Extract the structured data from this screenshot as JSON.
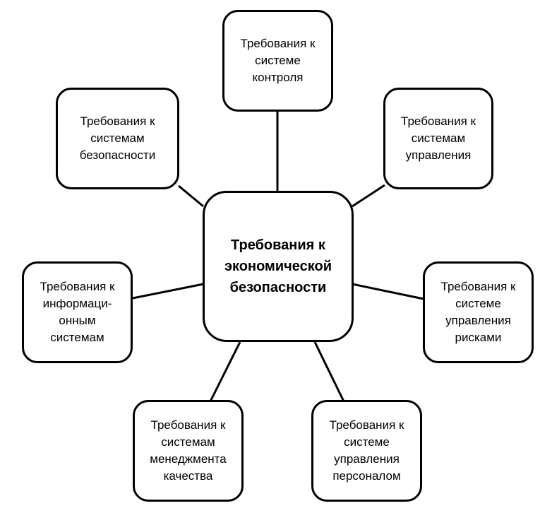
{
  "diagram": {
    "center": "Требования к\nэкономической\nбезопасности",
    "nodes": {
      "control": "Требования к\nсистеме\nконтроля",
      "management": "Требования к\nсистемам\nуправления",
      "security": "Требования к\nсистемам\nбезопасности",
      "information": "Требования к\nинформаци-\nонным\nсистемам",
      "risk": "Требования к\nсистеме\nуправления\nрисками",
      "quality": "Требования к\nсистемам\nменеджмента\nкачества",
      "personnel": "Требования к\nсистеме\nуправления\nперсоналом"
    }
  }
}
